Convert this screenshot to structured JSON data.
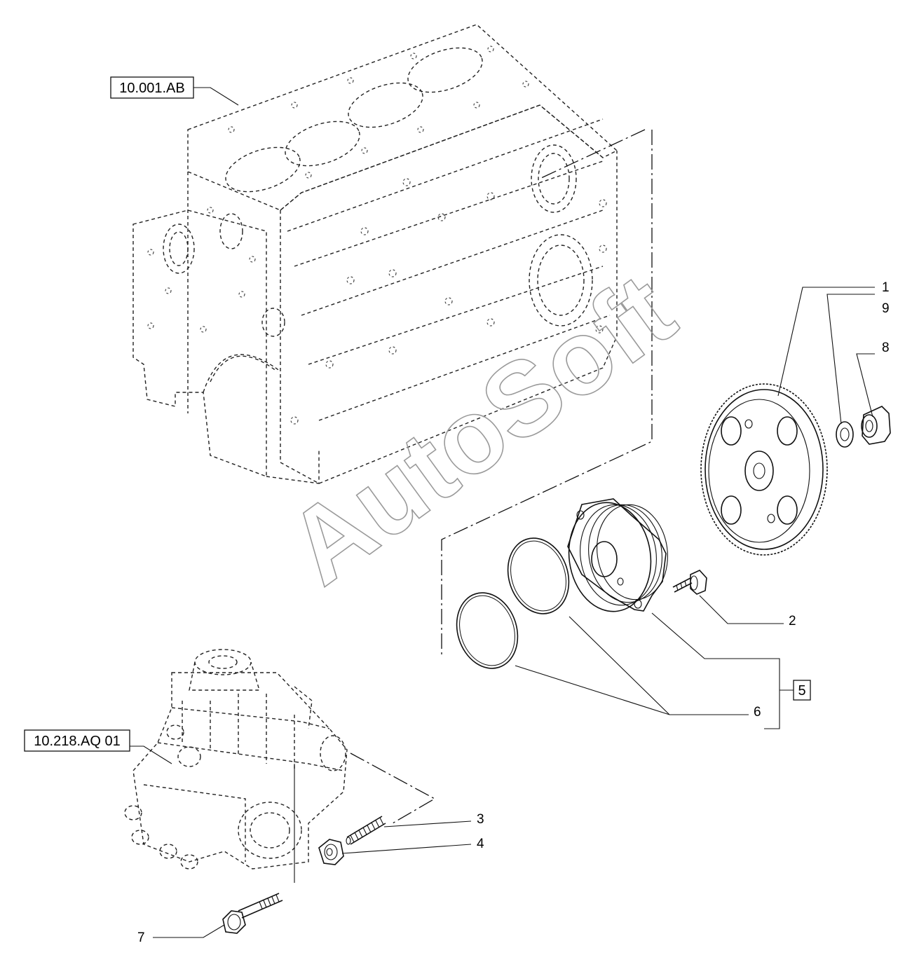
{
  "references": {
    "engine_block": "10.001.AB",
    "injection_pump": "10.218.AQ 01",
    "kit": "5"
  },
  "callouts": [
    {
      "id": "1",
      "label": "1"
    },
    {
      "id": "9",
      "label": "9"
    },
    {
      "id": "8",
      "label": "8"
    },
    {
      "id": "2",
      "label": "2"
    },
    {
      "id": "6",
      "label": "6"
    },
    {
      "id": "3",
      "label": "3"
    },
    {
      "id": "4",
      "label": "4"
    },
    {
      "id": "7",
      "label": "7"
    }
  ],
  "watermark": "AutoSoft",
  "icons": {
    "engine_block": "engine-block-icon",
    "injection_pump": "injection-pump-icon",
    "gear": "gear-icon",
    "flange": "flange-icon",
    "o_ring": "o-ring-icon",
    "bolt": "bolt-icon",
    "nut": "nut-icon",
    "washer": "washer-icon",
    "stud": "stud-icon"
  }
}
